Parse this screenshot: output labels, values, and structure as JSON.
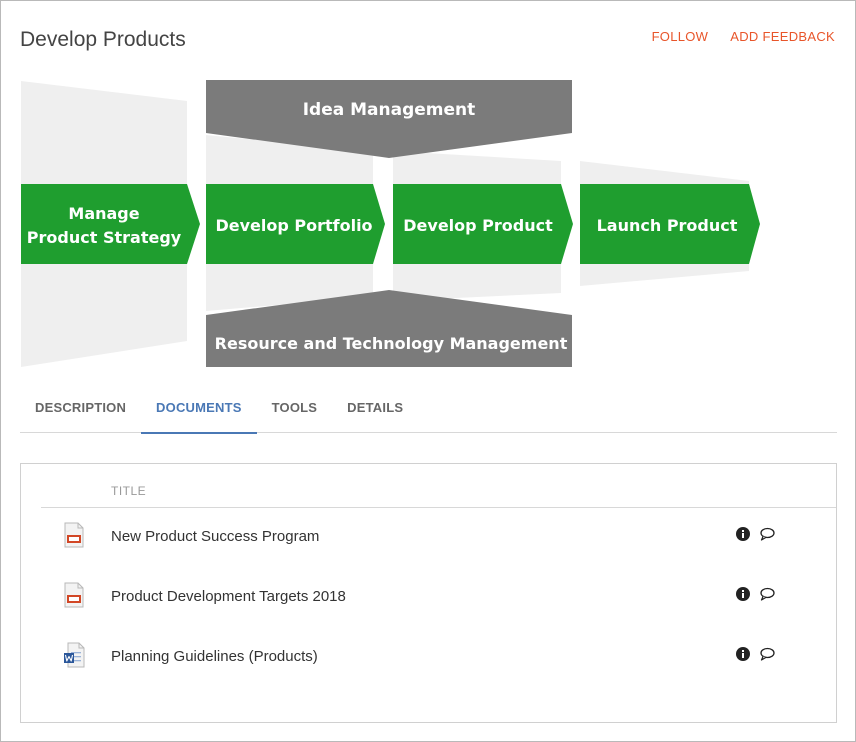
{
  "page": {
    "title": "Develop Products",
    "actions": {
      "follow": "FOLLOW",
      "add_feedback": "ADD FEEDBACK"
    }
  },
  "process_map": {
    "top_band": "Idea Management",
    "bottom_band": "Resource and Technology Management",
    "steps": [
      {
        "line1": "Manage",
        "line2": "Product Strategy"
      },
      {
        "label": "Develop Portfolio"
      },
      {
        "label": "Develop Product"
      },
      {
        "label": "Launch Product"
      }
    ],
    "colors": {
      "step": "#1f9e2f",
      "band": "#7b7b7b",
      "backdrop": "#efefef"
    }
  },
  "tabs": [
    {
      "label": "DESCRIPTION",
      "active": false
    },
    {
      "label": "DOCUMENTS",
      "active": true
    },
    {
      "label": "TOOLS",
      "active": false
    },
    {
      "label": "DETAILS",
      "active": false
    }
  ],
  "documents": {
    "column_title": "TITLE",
    "rows": [
      {
        "title": "New Product Success Program",
        "icon": "presentation-file-icon"
      },
      {
        "title": "Product Development Targets 2018",
        "icon": "presentation-file-icon"
      },
      {
        "title": "Planning Guidelines (Products)",
        "icon": "word-document-icon"
      }
    ]
  },
  "colors": {
    "accent": "#e8552a",
    "tab_active": "#4a78b5"
  }
}
